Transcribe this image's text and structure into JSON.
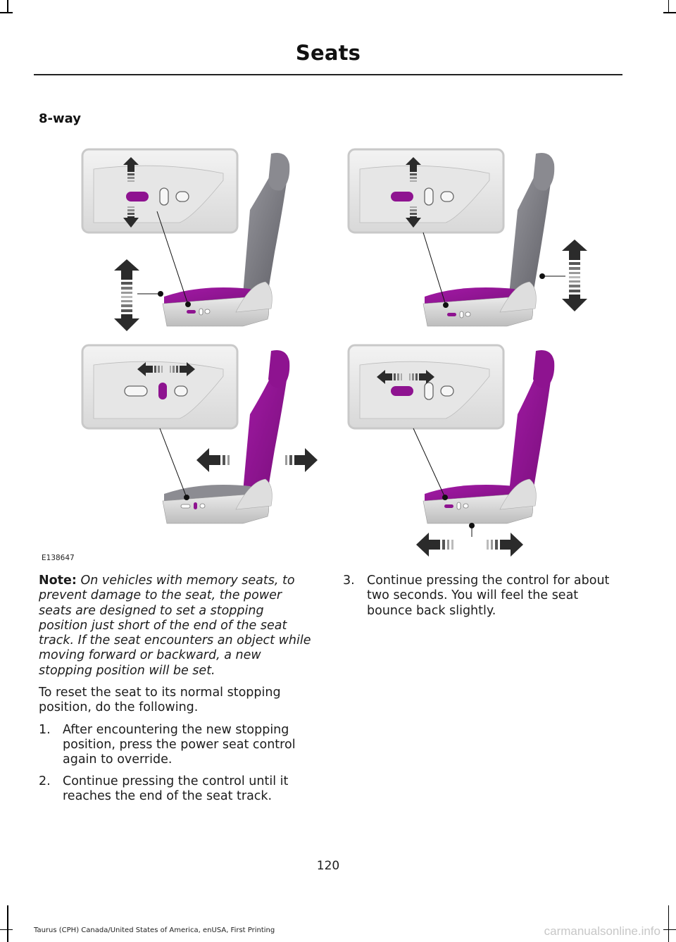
{
  "header": {
    "title": "Seats"
  },
  "section": {
    "heading": "8-way"
  },
  "figure": {
    "id": "E138647"
  },
  "note": {
    "label": "Note:",
    "text": "On vehicles with memory seats, to prevent damage to the seat, the power seats are designed to set a stopping position just short of the end of the seat track. If the seat encounters an object while moving forward or backward, a new stopping position will be set."
  },
  "intro": "To reset the seat to its normal stopping position, do the following.",
  "steps": [
    {
      "num": "1.",
      "text": "After encountering the new stopping position, press the power seat control again to override."
    },
    {
      "num": "2.",
      "text": "Continue pressing the control until it reaches the end of the seat track."
    },
    {
      "num": "3.",
      "text": "Continue pressing the control for about two seconds. You will feel the seat bounce back slightly."
    }
  ],
  "footer": {
    "page_number": "120",
    "edition": "Taurus (CPH) Canada/United States of America, enUSA, First Printing",
    "watermark": "carmanualsonline.info"
  },
  "colors": {
    "accent": "#8e1390",
    "seat_gray": "#7c7c80",
    "panel_border": "#c9c9c9"
  }
}
